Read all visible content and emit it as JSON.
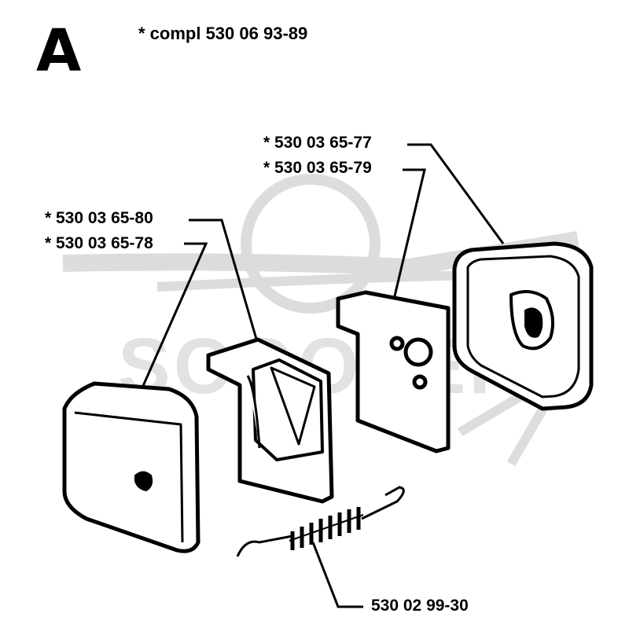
{
  "diagram": {
    "section_letter": "A",
    "assembly_label": "*  compl 530 06 93-89",
    "watermark_text": "SCOOTER",
    "parts": [
      {
        "label": "*  530 03 65-77",
        "part": "air-filter-cover"
      },
      {
        "label": "*  530 03 65-79",
        "part": "filter-gasket-plate"
      },
      {
        "label": "*  530 03 65-80",
        "part": "filter-element-frame"
      },
      {
        "label": "*  530 03 65-78",
        "part": "filter-housing"
      },
      {
        "label": "530 02 99-30",
        "part": "tension-spring"
      }
    ],
    "colors": {
      "line": "#000000",
      "watermark": "#d9d9d9",
      "background": "#ffffff"
    }
  }
}
